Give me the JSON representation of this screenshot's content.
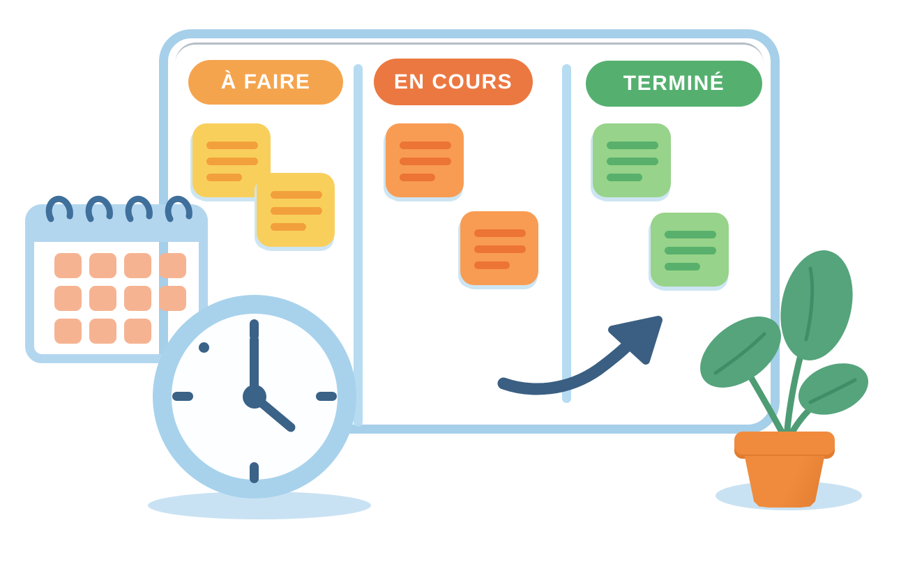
{
  "board": {
    "columns": [
      {
        "id": "todo",
        "label": "À FAIRE",
        "sticky_notes": 2
      },
      {
        "id": "in_progress",
        "label": "EN COURS",
        "sticky_notes": 2
      },
      {
        "id": "done",
        "label": "TERMINÉ",
        "sticky_notes": 2
      }
    ]
  },
  "decorations": {
    "calendar": {
      "rings": 4,
      "date_cells": 11
    },
    "clock": {
      "time_shown": "4:00"
    },
    "arrow": "curved arrow pointing up-right toward done column",
    "plant": {
      "leaves": 3
    }
  },
  "colors": {
    "board-frame": "#A6CFE9",
    "divider": "#B7DCF2",
    "pill-todo": "#F5A44E",
    "pill-doing": "#EC7841",
    "pill-done": "#55B06F",
    "pill-text": "#FFFFFF",
    "note-yellow": "#F9CF5C",
    "note-yellow-line": "#F2A03B",
    "note-orange": "#F89C53",
    "note-orange-line": "#EC7434",
    "note-green": "#97D38A",
    "note-green-line": "#58B06C",
    "note-shadow": "#CDE5F3",
    "cal-frame": "#B3D6EF",
    "cal-ring": "#3F6F9B",
    "cal-date": "#F6B392",
    "clock-ring": "#A8D2EC",
    "clock-face": "#FDFEFF",
    "clock-hand": "#3B6287",
    "arrow": "#3A5F82",
    "leaf": "#55A47C",
    "leaf-vein": "#3E8E68",
    "stem": "#4E9C74",
    "pot": "#F08B3E",
    "pot-shade": "#E07C2F",
    "ground-shadow": "#C9E2F3"
  }
}
